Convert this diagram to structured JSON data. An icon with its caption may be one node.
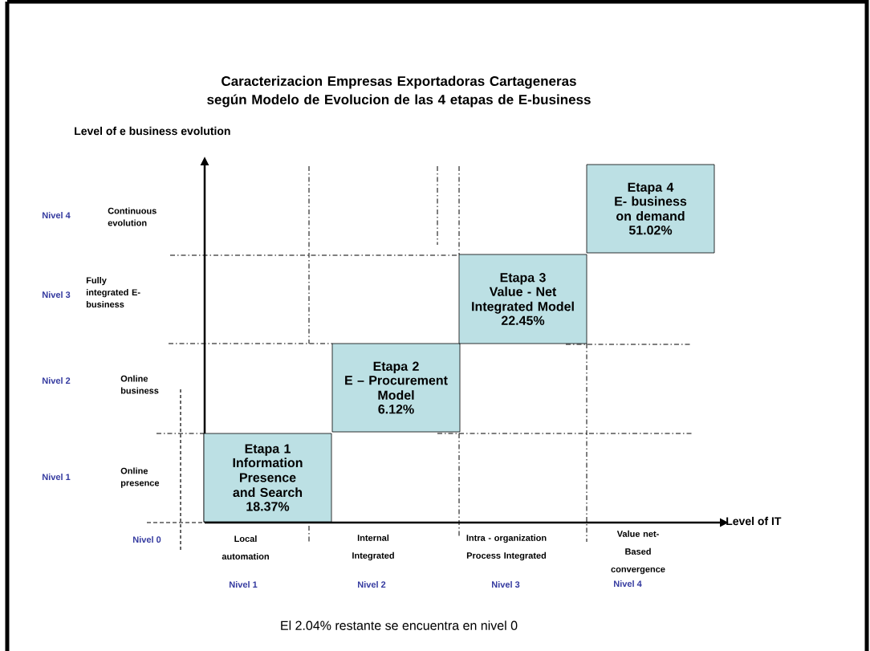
{
  "diagram": {
    "title": "Caracterizacion Empresas Exportadoras Cartageneras según Modelo de Evolucion de las 4 etapas de E-business",
    "caption": "El 2.04% restante se encuentra en nivel 0",
    "nodes": [
      {
        "text": [
          "Etapa 1",
          "Information Presence and Search",
          "18.37%"
        ]
      },
      {
        "text": [
          "Etapa 2",
          "E – Procurement Model",
          "6.12%"
        ]
      },
      {
        "text": [
          "Etapa 3",
          "Value - Net Integrated Model",
          "22.45%"
        ]
      },
      {
        "text": [
          "Etapa 4",
          "E- business on demand",
          "51.02%"
        ]
      }
    ],
    "labels": [
      "Level of e business evolution",
      "Nivel 4",
      "Continuous evolution",
      "Nivel 3",
      "Fully integrated E-business",
      "Nivel 2",
      "Online business",
      "Nivel 1",
      "Online presence",
      "Level of IT",
      "Nivel 0",
      "Local automation",
      "Internal Integrated",
      "Intra - organization Process Integrated",
      "Value net- Based convergence",
      "Nivel 1",
      "Nivel 2",
      "Nivel 3",
      "Nivel 4"
    ]
  }
}
